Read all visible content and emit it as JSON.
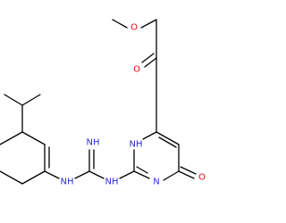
{
  "colors": {
    "background": "#ffffff",
    "bond": "#000000",
    "oxygen": "#e8000b",
    "nitrogen": "#2c2cdc"
  },
  "atoms": [
    {
      "id": "O_ester",
      "label": "O",
      "color": "oxygen"
    },
    {
      "id": "O_carbonyl_ester",
      "label": "O",
      "color": "oxygen"
    },
    {
      "id": "N3_H",
      "label": "NH",
      "color": "nitrogen"
    },
    {
      "id": "N1",
      "label": "N",
      "color": "nitrogen"
    },
    {
      "id": "O_ring",
      "label": "O",
      "color": "oxygen"
    },
    {
      "id": "N_imine",
      "label": "NH",
      "color": "nitrogen"
    },
    {
      "id": "N_aryl",
      "label": "NH",
      "color": "nitrogen"
    },
    {
      "id": "N_link",
      "label": "NH",
      "color": "nitrogen"
    }
  ]
}
